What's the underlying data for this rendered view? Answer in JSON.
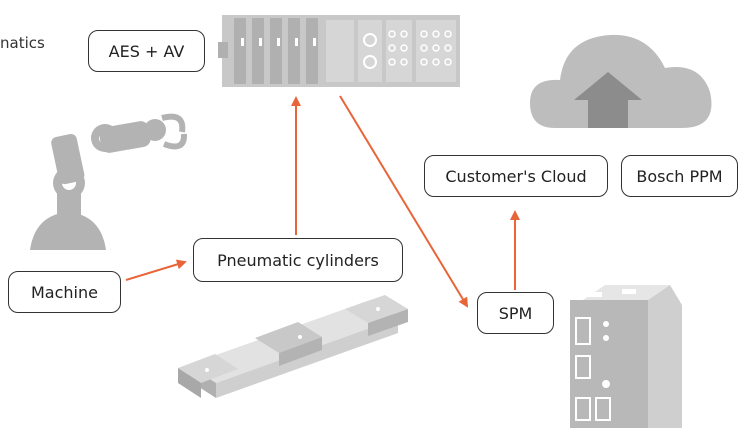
{
  "corner_text": "natics",
  "nodes": {
    "aes_av": "AES + AV",
    "customers_cloud": "Customer's Cloud",
    "bosch_ppm": "Bosch PPM",
    "pneumatic_cylinders": "Pneumatic cylinders",
    "machine": "Machine",
    "spm": "SPM"
  },
  "icons": {
    "robot_arm": "robot-arm-icon",
    "valve_terminal": "valve-terminal-icon",
    "cloud_upload": "cloud-upload-icon",
    "pneumatic_cylinder": "pneumatic-cylinder-icon",
    "controller": "controller-module-icon"
  },
  "colors": {
    "arrow": "#e8653a",
    "icon_gray": "#b3b3b3",
    "icon_dark": "#8c8c8c",
    "border": "#333333"
  }
}
